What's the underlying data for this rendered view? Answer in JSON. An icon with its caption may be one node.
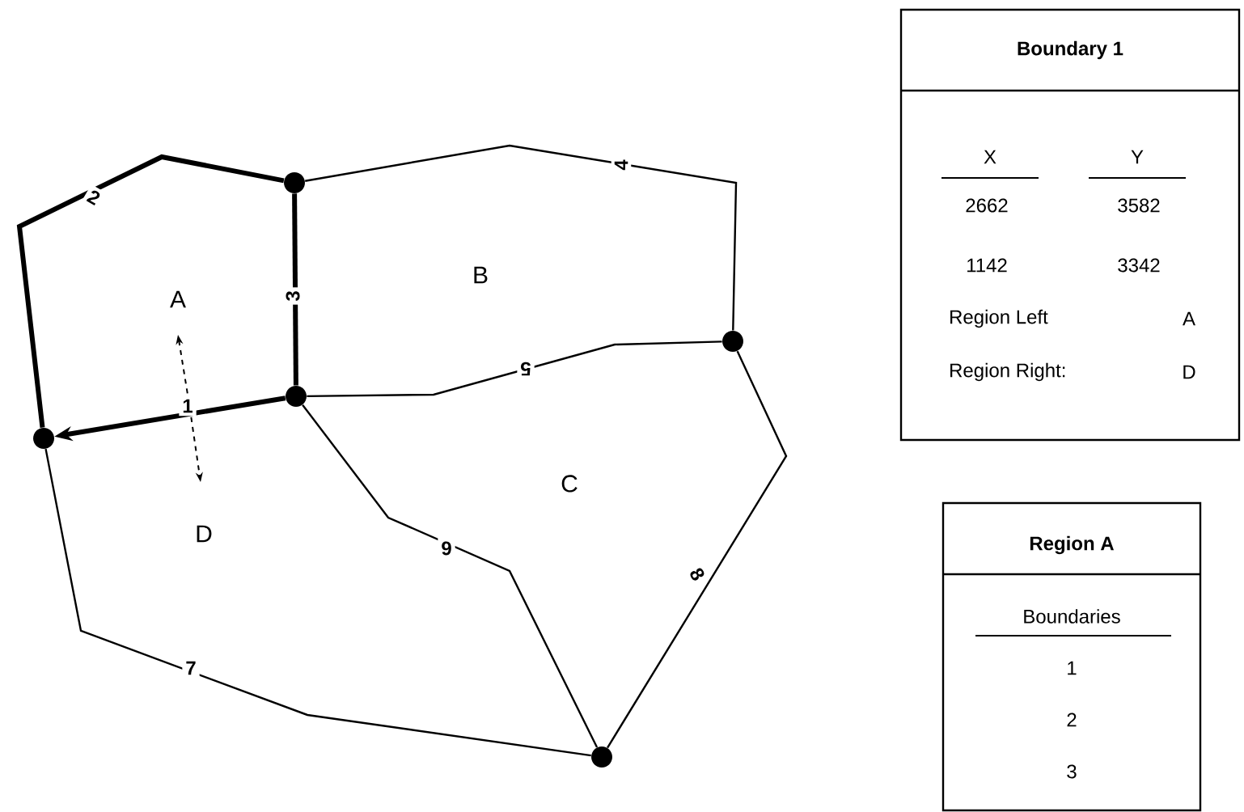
{
  "diagram": {
    "nodes": [
      {
        "text": [],
        "shape": "circle"
      },
      {
        "text": [],
        "shape": "circle"
      },
      {
        "text": [],
        "shape": "circle"
      },
      {
        "text": [],
        "shape": "circle"
      },
      {
        "text": [],
        "shape": "circle"
      },
      {
        "text": [
          "Boundary 1",
          "X",
          "Y",
          "2662",
          "3582",
          "1142",
          "3342",
          "Region Left",
          "A",
          "Region Right:",
          "D"
        ]
      },
      {
        "text": [
          "Region A",
          "Boundaries",
          "1",
          "2",
          "3"
        ]
      }
    ],
    "edges": [
      {
        "from": 1,
        "to": 2,
        "arrow": "to",
        "label": "1",
        "style": "thick"
      },
      {
        "from": 2,
        "to": 0,
        "arrow": "none",
        "label": "2",
        "style": "thick"
      },
      {
        "from": 0,
        "to": 1,
        "arrow": "none",
        "label": "3",
        "style": "thick"
      },
      {
        "from": 0,
        "to": 3,
        "arrow": "none",
        "label": "4"
      },
      {
        "from": 1,
        "to": 3,
        "arrow": "none",
        "label": "5"
      },
      {
        "from": 1,
        "to": 4,
        "arrow": "none",
        "label": "6"
      },
      {
        "from": 2,
        "to": 4,
        "arrow": "none",
        "label": "7"
      },
      {
        "from": 3,
        "to": 4,
        "arrow": "none",
        "label": "8"
      }
    ],
    "labels": [
      "A",
      "B",
      "C",
      "D"
    ]
  }
}
